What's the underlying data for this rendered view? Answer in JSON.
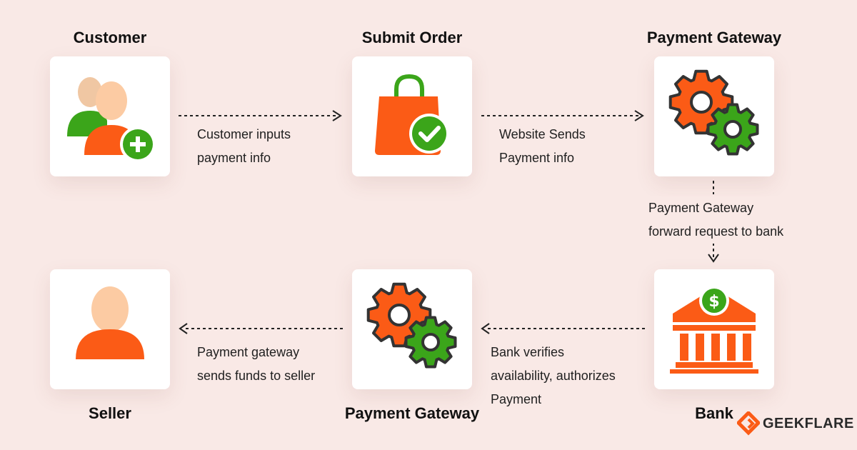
{
  "colors": {
    "background": "#f9e9e6",
    "orange": "#fb5b16",
    "green": "#3ba51a",
    "skin": "#fccba3",
    "dark": "#333333"
  },
  "nodes": {
    "customer": {
      "title": "Customer",
      "icon": "customer-add-icon"
    },
    "submit_order": {
      "title": "Submit Order",
      "icon": "shopping-bag-check-icon"
    },
    "gateway_top": {
      "title": "Payment Gateway",
      "icon": "gears-icon"
    },
    "bank": {
      "title": "Bank",
      "icon": "bank-dollar-icon"
    },
    "gateway_bottom": {
      "title": "Payment Gateway",
      "icon": "gears-icon"
    },
    "seller": {
      "title": "Seller",
      "icon": "person-icon"
    }
  },
  "edges": {
    "customer_to_order": {
      "line1": "Customer inputs",
      "line2": "payment info"
    },
    "order_to_gateway": {
      "line1": "Website Sends",
      "line2": "Payment info"
    },
    "gateway_to_bank": {
      "line1": "Payment Gateway",
      "line2": "forward request to bank"
    },
    "bank_to_gateway": {
      "line1": "Bank verifies",
      "line2": "availability, authorizes",
      "line3": "Payment"
    },
    "gateway_to_seller": {
      "line1": "Payment gateway",
      "line2": "sends funds to seller"
    }
  },
  "brand": {
    "name": "GEEKFLARE",
    "icon": "geekflare-logo-icon"
  }
}
